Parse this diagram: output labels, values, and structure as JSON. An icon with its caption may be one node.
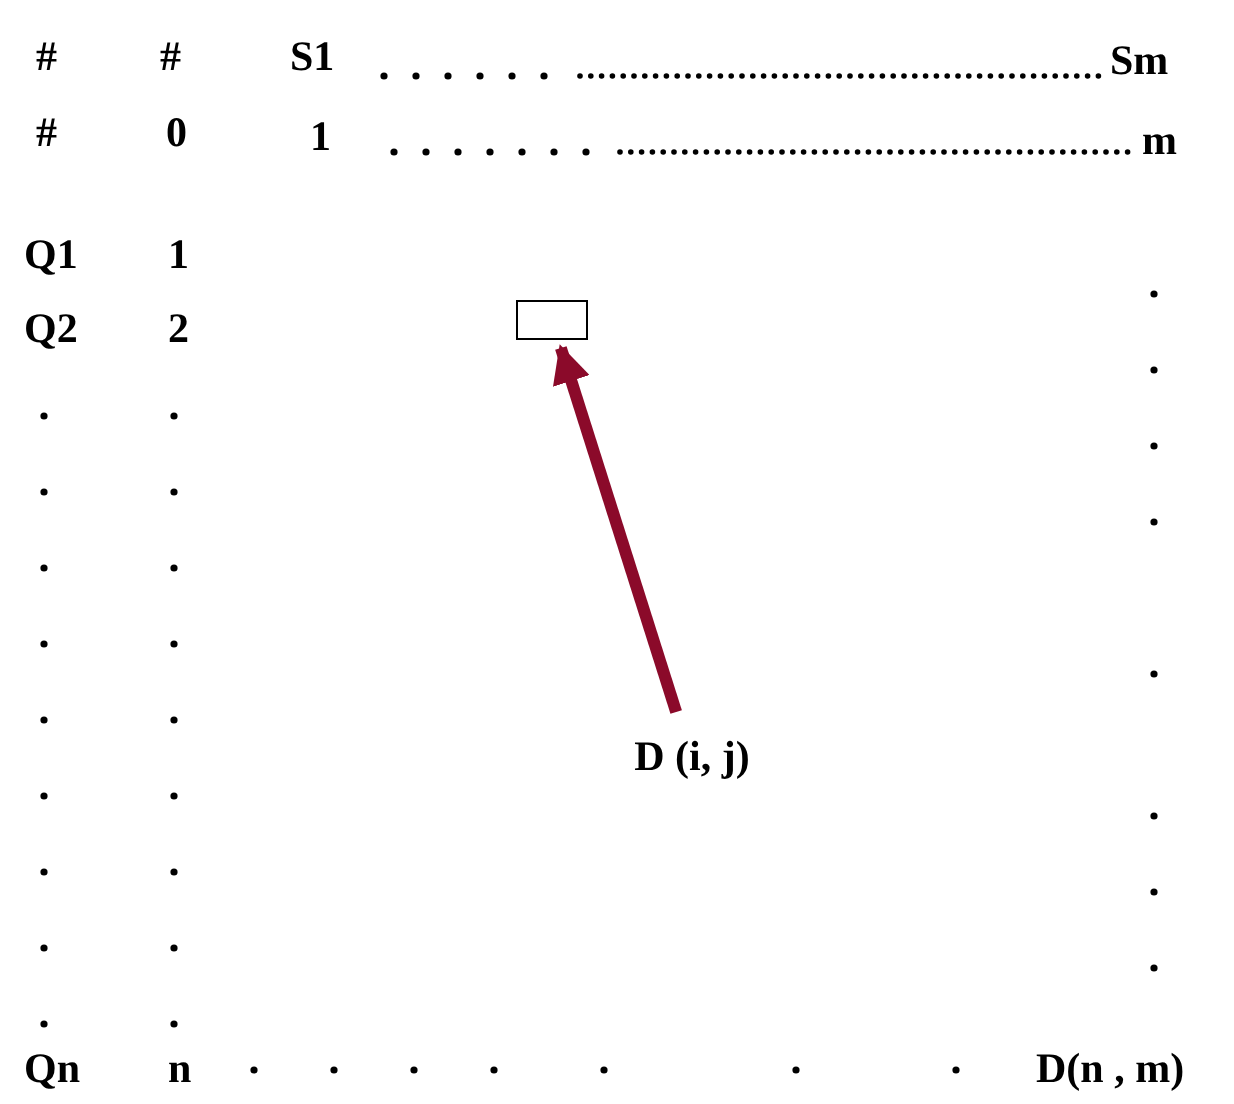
{
  "diagram": {
    "nodes": [
      {
        "text": [],
        "shape": "box"
      },
      {
        "text": [
          "D (i, j)"
        ]
      }
    ],
    "edges": [
      {
        "from": 1,
        "to": 0,
        "arrow": "to"
      }
    ],
    "labels": [
      "#",
      "#",
      "S1",
      "Sm",
      "#",
      "0",
      "1",
      "m",
      "Q1",
      "1",
      "Q2",
      "2",
      "Qn",
      "n",
      "D(n , m)"
    ]
  }
}
